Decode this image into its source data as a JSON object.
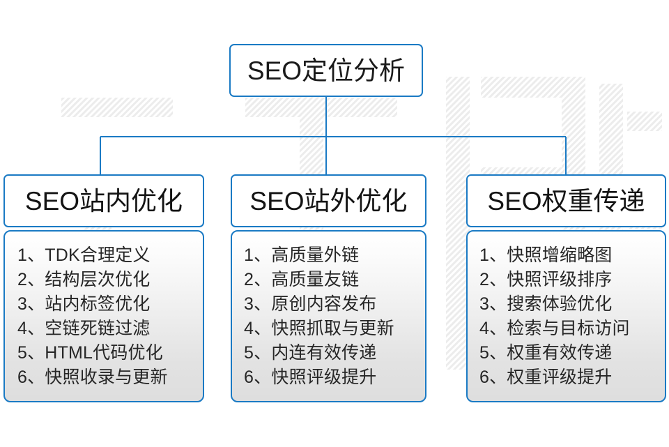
{
  "diagram": {
    "title": "SEO定位分析",
    "root": {
      "label": "SEO定位分析"
    },
    "colors": {
      "border_blue": "#1a7ac4",
      "text_dark": "#141414",
      "item_text": "#262626",
      "panel_top": "#ffffff",
      "panel_bottom": "#dedede",
      "watermark_gray": "#ececec",
      "background": "#ffffff"
    },
    "branches": [
      {
        "header": "SEO站内优化",
        "items": [
          "1、TDK合理定义",
          "2、结构层次优化",
          "3、站内标签优化",
          "4、空链死链过滤",
          "5、HTML代码优化",
          "6、快照收录与更新"
        ]
      },
      {
        "header": "SEO站外优化",
        "items": [
          "1、高质量外链",
          "2、高质量友链",
          "3、原创内容发布",
          "4、快照抓取与更新",
          "5、内连有效传递",
          "6、快照评级提升"
        ]
      },
      {
        "header": "SEO权重传递",
        "items": [
          "1、快照增缩略图",
          "2、快照评级排序",
          "3、搜索体验优化",
          "4、检索与目标访问",
          "5、权重有效传递",
          "6、权重评级提升"
        ]
      }
    ]
  }
}
